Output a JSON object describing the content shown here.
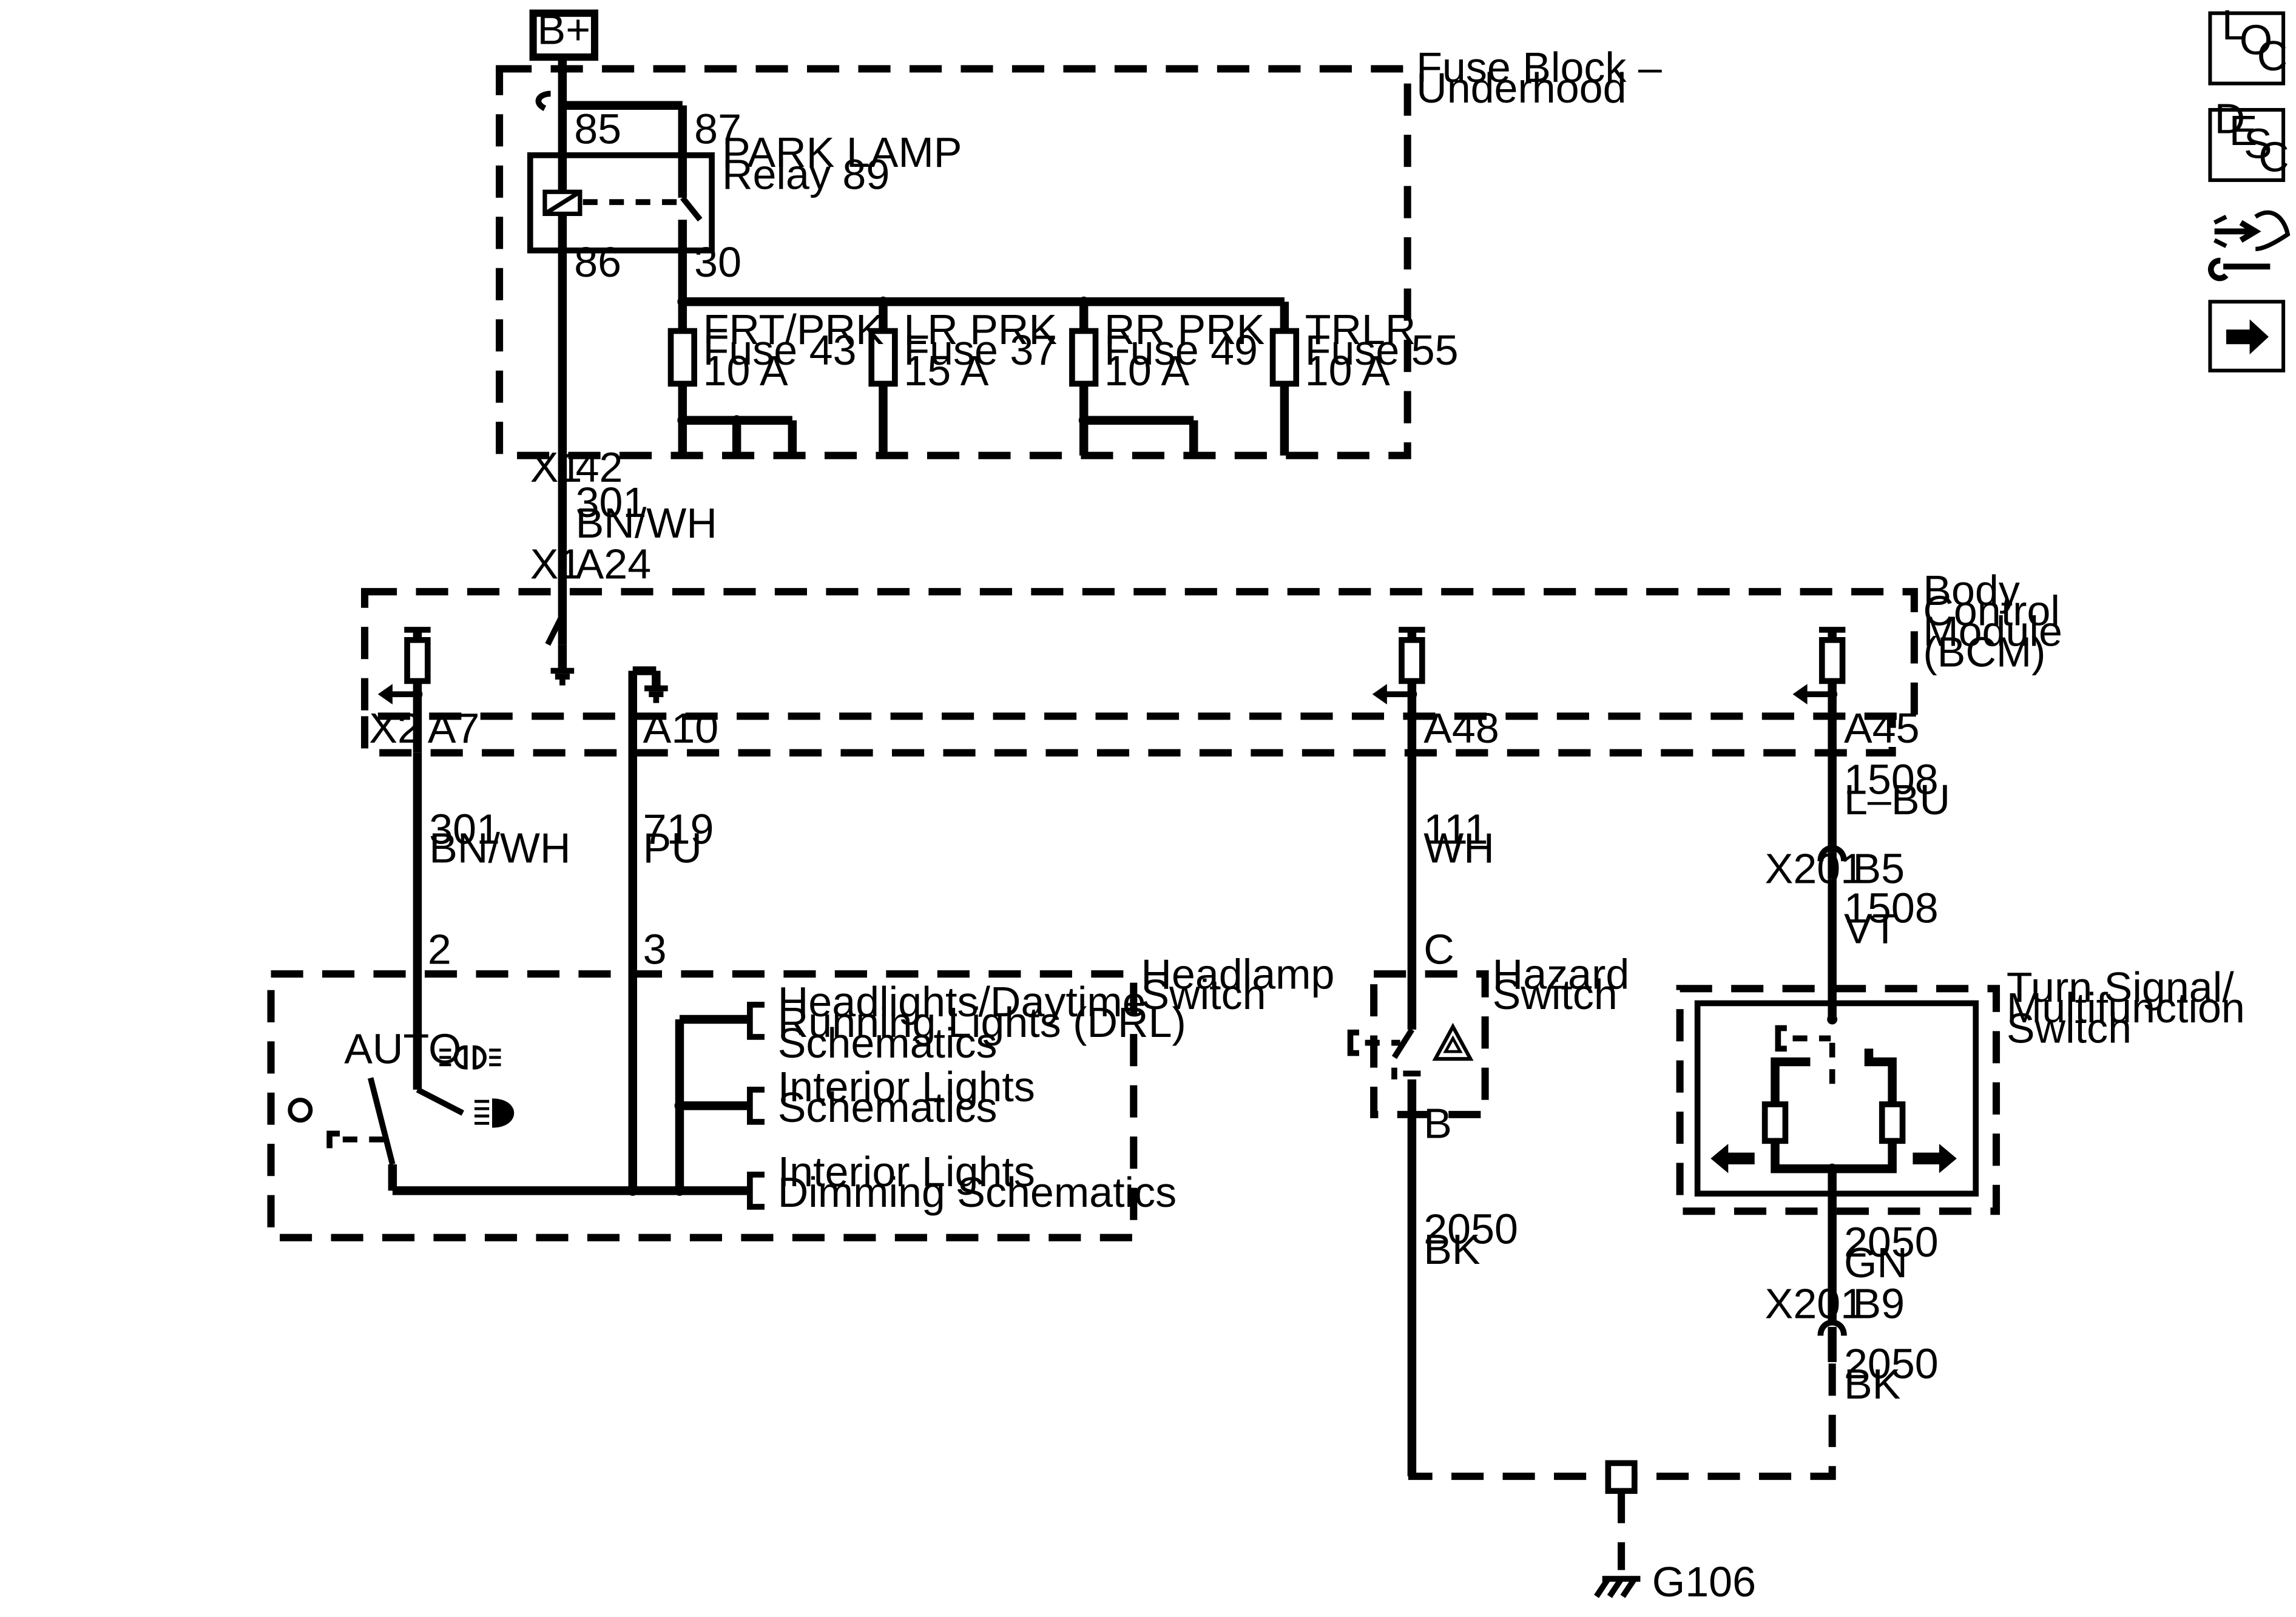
{
  "supply": {
    "label": "B+"
  },
  "fuse_block": {
    "name_line1": "Fuse Block –",
    "name_line2": "Underhood",
    "relay": {
      "name_line1": "PARK LAMP",
      "name_line2": "Relay 89",
      "pins": [
        "85",
        "87",
        "86",
        "30"
      ]
    },
    "fuses": [
      {
        "name": "FRT/PRK",
        "id": "Fuse 43",
        "rating": "10 A"
      },
      {
        "name": "LR PRK",
        "id": "Fuse 37",
        "rating": "15 A"
      },
      {
        "name": "RR PRK",
        "id": "Fuse 49",
        "rating": "10 A"
      },
      {
        "name": "TRLR",
        "id": "Fuse 55",
        "rating": "10 A"
      }
    ],
    "connector": "X1",
    "pin": "42"
  },
  "wire_301_upper": {
    "circuit": "301",
    "color": "BN/WH"
  },
  "bcm": {
    "name_lines": [
      "Body",
      "Control",
      "Module",
      "(BCM)"
    ],
    "top_connector": "X1",
    "top_pin": "A24",
    "bottom_connector": "X2",
    "pins": [
      "A7",
      "A10",
      "A48",
      "A45"
    ]
  },
  "wires": [
    {
      "circuit": "301",
      "color": "BN/WH"
    },
    {
      "circuit": "719",
      "color": "PU"
    },
    {
      "circuit": "111",
      "color": "WH"
    },
    {
      "circuit": "1508",
      "color": "L–BU"
    }
  ],
  "headlamp_switch": {
    "name_line1": "Headlamp",
    "name_line2": "Switch",
    "pin_a": "2",
    "pin_b": "3",
    "auto_label": "AUTO",
    "refs": [
      [
        "Headlights/Daytime",
        "Running Lights (DRL)",
        "Schematics"
      ],
      [
        "Interior Lights",
        "Schematics"
      ],
      [
        "Interior Lights",
        "Dimming Schematics"
      ]
    ]
  },
  "hazard_switch": {
    "name_line1": "Hazard",
    "name_line2": "Switch",
    "pin_top": "C",
    "pin_bottom": "B"
  },
  "wire_2050_bk_left": {
    "circuit": "2050",
    "color": "BK"
  },
  "x201_upper": {
    "connector": "X201",
    "pin": "B5"
  },
  "wire_1508_vt": {
    "circuit": "1508",
    "color": "VT"
  },
  "turn_switch": {
    "name_lines": [
      "Turn Signal/",
      "Multifunction",
      "Switch"
    ]
  },
  "wire_2050_gn": {
    "circuit": "2050",
    "color": "GN"
  },
  "x201_lower": {
    "connector": "X201",
    "pin": "B9"
  },
  "wire_2050_bk_right": {
    "circuit": "2050",
    "color": "BK"
  },
  "ground": {
    "label": "G106"
  },
  "sidebar": {
    "loc": [
      "L",
      "O",
      "C"
    ],
    "desc": [
      "D",
      "E",
      "S",
      "C"
    ],
    "connector_icon": "connector-icon",
    "next_icon": "arrow-right-icon"
  }
}
